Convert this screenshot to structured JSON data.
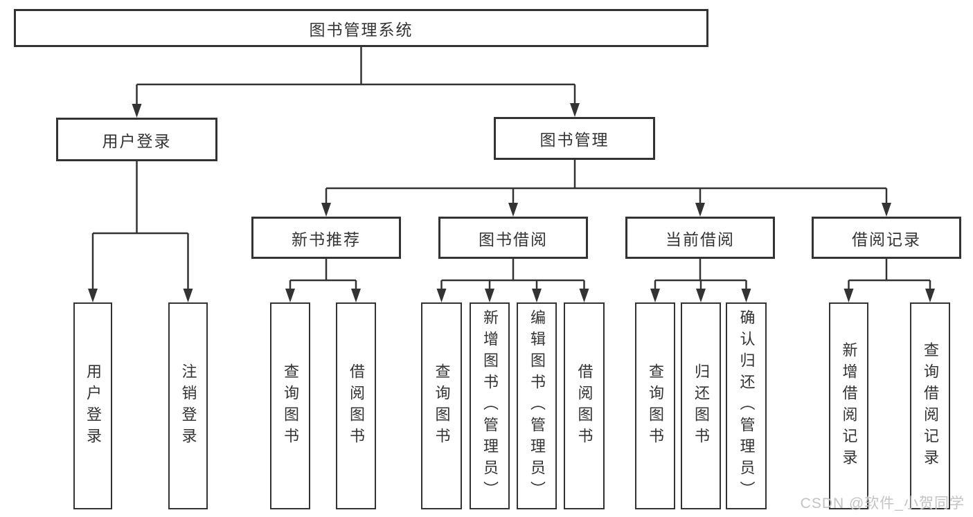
{
  "diagram_title": "图书管理系统",
  "tree": {
    "label": "图书管理系统",
    "children": [
      {
        "label": "用户登录",
        "children": [
          {
            "label": "用户登录"
          },
          {
            "label": "注销登录"
          }
        ]
      },
      {
        "label": "图书管理",
        "children": [
          {
            "label": "新书推荐",
            "children": [
              {
                "label": "查询图书"
              },
              {
                "label": "借阅图书"
              }
            ]
          },
          {
            "label": "图书借阅",
            "children": [
              {
                "label": "查询图书"
              },
              {
                "label": "新增图书（管理员）"
              },
              {
                "label": "编辑图书（管理员）"
              },
              {
                "label": "借阅图书"
              }
            ]
          },
          {
            "label": "当前借阅",
            "children": [
              {
                "label": "查询图书"
              },
              {
                "label": "归还图书"
              },
              {
                "label": "确认归还（管理员）"
              }
            ]
          },
          {
            "label": "借阅记录",
            "children": [
              {
                "label": "新增借阅记录"
              },
              {
                "label": "查询借阅记录"
              }
            ]
          }
        ]
      }
    ]
  },
  "watermark": {
    "text": "CSDN @软件_小贺同学"
  },
  "colors": {
    "line": "#333333",
    "box_border": "#333333",
    "text": "#333333",
    "watermark": "#c3c3c3",
    "background": "#ffffff"
  }
}
